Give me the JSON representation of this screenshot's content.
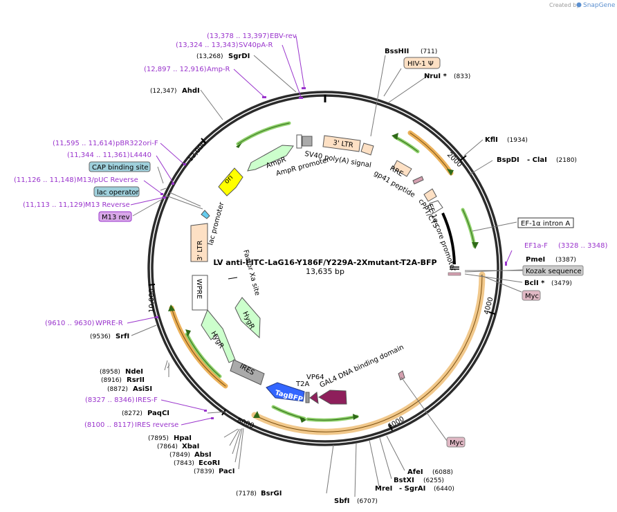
{
  "branding": {
    "created_by": "Created by",
    "product": "SnapGene"
  },
  "plasmid": {
    "name": "LV anti-FITC-LaG16-Y186F/Y229A-2Xmutant-T2A-BFP",
    "size": "13,635 bp"
  },
  "ticks": [
    "2000",
    "4000",
    "6000",
    "8000",
    "10,000",
    "12,000"
  ],
  "enzymes": [
    {
      "name": "BssHII",
      "pos": "(711)"
    },
    {
      "name": "NruI *",
      "pos": "(833)"
    },
    {
      "name": "KflI",
      "pos": "(1934)"
    },
    {
      "name": "BspDI",
      "name2": "- ClaI",
      "pos": "(2180)"
    },
    {
      "name": "PmeI",
      "pos": "(3387)"
    },
    {
      "name": "BclI *",
      "pos": "(3479)"
    },
    {
      "name": "AfeI",
      "pos": "(6088)"
    },
    {
      "name": "BstXI",
      "pos": "(6255)"
    },
    {
      "name": "MreI",
      "name2": "- SgrAI",
      "pos": "(6440)"
    },
    {
      "name": "SbfI",
      "pos": "(6707)"
    },
    {
      "name": "BsrGI",
      "pos": "(7178)"
    },
    {
      "name": "PacI",
      "pos": "(7839)"
    },
    {
      "name": "EcoRI",
      "pos": "(7843)"
    },
    {
      "name": "AbsI",
      "pos": "(7849)"
    },
    {
      "name": "XbaI",
      "pos": "(7864)"
    },
    {
      "name": "HpaI",
      "pos": "(7895)"
    },
    {
      "name": "PaqCI",
      "pos": "(8272)"
    },
    {
      "name": "AsiSI",
      "pos": "(8872)"
    },
    {
      "name": "RsrII",
      "pos": "(8916)"
    },
    {
      "name": "NdeI",
      "pos": "(8958)"
    },
    {
      "name": "SrfI",
      "pos": "(9536)"
    },
    {
      "name": "AhdI",
      "pos": "(12,347)"
    },
    {
      "name": "SgrDI",
      "pos": "(13,268)"
    }
  ],
  "primers": [
    {
      "name": "EBV-rev",
      "pos": "(13,378 .. 13,397)"
    },
    {
      "name": "SV40pA-R",
      "pos": "(13,324 .. 13,343)"
    },
    {
      "name": "Amp-R",
      "pos": "(12,897 .. 12,916)"
    },
    {
      "name": "pBR322ori-F",
      "pos": "(11,595 .. 11,614)"
    },
    {
      "name": "L4440",
      "pos": "(11,344 .. 11,361)"
    },
    {
      "name": "M13/pUC Reverse",
      "pos": "(11,126 .. 11,148)"
    },
    {
      "name": "M13 Reverse",
      "pos": "(11,113 .. 11,129)"
    },
    {
      "name": "EF1a-F",
      "pos": "(3328 .. 3348)"
    },
    {
      "name": "WPRE-R",
      "pos": "(9610 .. 9630)"
    },
    {
      "name": "IRES-F",
      "pos": "(8327 .. 8346)"
    },
    {
      "name": "IRES reverse",
      "pos": "(8100 .. 8117)"
    }
  ],
  "boxed_labels": {
    "hiv": "HIV-1 Ψ",
    "ef1a_intron": "EF-1α intron A",
    "kozak": "Kozak sequence",
    "myc1": "Myc",
    "myc2": "Myc",
    "cap": "CAP binding site",
    "lac_operator": "lac operator",
    "m13_rev": "M13 rev"
  },
  "features": {
    "ltr_top": "3' LTR",
    "ltr_left": "3' LTR",
    "sv40": "SV40 poly(A) signal",
    "ampr": "AmpR",
    "ampr_promoter": "AmpR promoter",
    "ori": "ori",
    "rre": "RRE",
    "gp41": "gp41 peptide",
    "cppt": "cPPT/CTS",
    "ef1a_core": "EF-1α core promoter",
    "lac_promoter": "lac promoter",
    "factor_xa": "Factor Xa site",
    "hygr1": "HygR",
    "hygr2": "HygR",
    "wpre": "WPRE",
    "ires": "IRES",
    "tagbfp": "TagBFP",
    "t2a": "T2A",
    "vp64": "VP64",
    "gal4": "GAL4 DNA binding domain"
  },
  "colors": {
    "primer": "#9933cc",
    "orf_orange": "#e8a33d",
    "orf_green": "#8fd16b",
    "ampr": "#ccffcc",
    "ori": "#ffff00",
    "tagbfp": "#3366ff",
    "gal4": "#8e1f5b",
    "ltr": "#fde0c4"
  }
}
